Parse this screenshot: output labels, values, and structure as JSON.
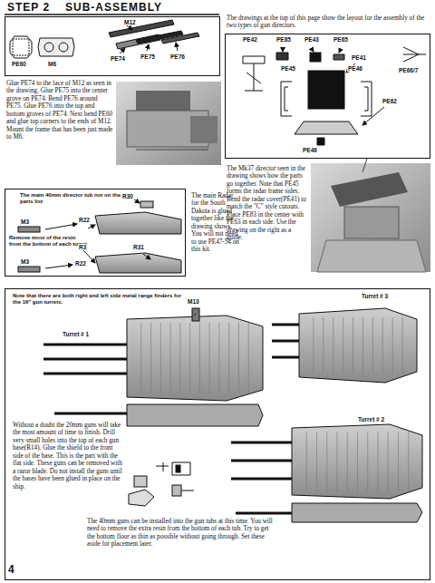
{
  "diagram": {
    "title": "STEP 2",
    "nodes": [
      {
        "text": [
          "M12",
          "PE60",
          "M6",
          "PE74",
          "PE75",
          "PE76"
        ]
      },
      {
        "text": [
          "PE42",
          "PE85",
          "PE43",
          "PE65",
          "PE41",
          "PE45",
          "PE46",
          "PE66/7",
          "PE62",
          "PE46"
        ]
      },
      {
        "text": [
          "The main 40mm director tub not on the parts list",
          "R30",
          "M3",
          "R22",
          "Remove most of the resin from the bottom of each turret",
          "R3",
          "R31",
          "M3",
          "R22"
        ]
      },
      {
        "text": [
          "Note that there are both right and left side metal range finders for the 16\" gun turrets.",
          "M13",
          "Turret # 1",
          "Turret # 3",
          "Turret # 2",
          "Without a doubt the 20mm guns will take the most amount of time to finish. Drill very small holes into the top of each gun base(R14). Glue the shield to the front side of the base. This is the part with the flat side. These guns can be removed with a razor blade. Do not install the guns until the bases have been glued in place on the ship.",
          "The 40mm guns can be installed into the gun tubs at this time. You will need to remove the extra resin from the bottom of each tub. Try to get the bottom floor as thin as possible without going through. Set these aside for placement later.",
          "4"
        ]
      }
    ],
    "labels": [
      "SUB-ASSEMBLY",
      "Glue PE74 to the face of M12 as seen in the drawing. Glue PE75 into the center grove on PE74. Bend PE76 around PE75. Glue PE76 into the top and bottom groves of PE74. Next bend PE60 and glue top corners to the ends of M12. Mount the frame that has been just made to M6.",
      "The drawings at the top of this page show the layout for the assembly of the two types of gun directors.",
      "The Mk37 director seen in the drawing shows how the parts go together. Note that PE45 forms the radar frame sides. Bend the radar cover(PE41) to match the \"C\" style cutouts. Place PE83 in the center with PE63 in each side. Use the drawing on the right as a guide.",
      "The main Radar for the South Dakota is glued together like the drawing shows. You will not need to use PE47-54 on this kit."
    ]
  }
}
